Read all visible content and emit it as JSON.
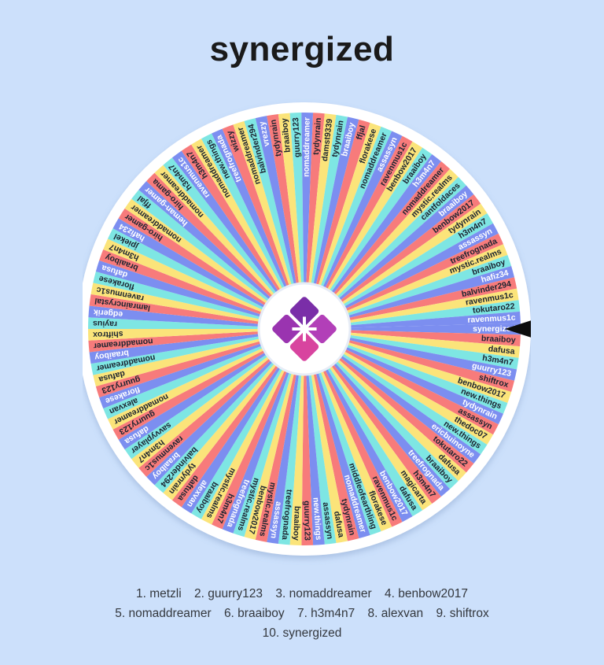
{
  "header": {
    "title": "synergized"
  },
  "wheel": {
    "colors": [
      "#7c8ef0",
      "#f77b7b",
      "#fbe47a",
      "#7ee6e3"
    ],
    "center_icon": "purple-diamond-logo-icon",
    "pointer_color": "#0d0d0d",
    "selected_entry": "synergized",
    "entries": [
      "synergized",
      "braaiboy",
      "dafusa",
      "h3m4n7",
      "guurry123",
      "shiftrox",
      "benbow2017",
      "new.things",
      "tydynrain",
      "assassyn",
      "thedoc07",
      "new.things",
      "ericbuinoyne",
      "tokutaro22",
      "dafusa",
      "braaiboy",
      "treefrognada",
      "h3m4n7",
      "magicarta",
      "dafusa",
      "benbow2017",
      "ravenmus1c",
      "florakese",
      "middleofearthling",
      "nomaddreamer",
      "tydynrain",
      "dafusa",
      "assassyn",
      "new.things",
      "guurry123",
      "braaiboy",
      "treefrognada",
      "assassyn",
      "mystic.realms",
      "benbow2017",
      "mystic.realms",
      "treefrognada",
      "h3m4n7",
      "mystic.realms",
      "braaiboy",
      "alexvan",
      "daftusa",
      "tydynrain",
      "balvinder294",
      "braaiboy",
      "ravenmus1c",
      "h3m4n7",
      "savvyplayer",
      "dafusa",
      "guurry123",
      "nomaddreamer",
      "alexvan",
      "florakese",
      "guurry123",
      "dafusa",
      "nomaddreamer",
      "braaiboy",
      "nomaddreamer",
      "shiftrox",
      "rayius",
      "edgerik",
      "lamraincrystal",
      "ravenmus1c",
      "florakese",
      "dafusa",
      "braaiboy",
      "h3m4n7",
      "jpiekel",
      "hafiz34",
      "hiro-gamer",
      "nomaddreamer",
      "ffjal",
      "heman-gamer",
      "hiro-gama",
      "nomaddreamer",
      "h3m4n7",
      "ravenmus1c",
      "h3m4n7",
      "nomaddreamer",
      "new.things",
      "treefrognada",
      "wizzy",
      "nomaddreamer",
      "balvinder294",
      "vrezzy",
      "tydynrain",
      "braaiboy",
      "guurry123",
      "nomaddreamer",
      "tydynrain",
      "damst9339",
      "tydynrain",
      "braaiboy",
      "ffjal",
      "florakese",
      "nomaddreamer",
      "assassyn",
      "ravenmus1c",
      "benbow2017",
      "braaiboy",
      "h3m4n7",
      "nomaddreamer",
      "mystic.realms",
      "cantfoldaces",
      "braaiboy",
      "benbow2017",
      "tydynrain",
      "h3m4n7",
      "assassyn",
      "treefrognada",
      "mystic.realms",
      "braaiboy",
      "hafiz34",
      "balvinder294",
      "ravenmus1c",
      "tokutaro22",
      "ravenmus1c"
    ]
  },
  "results": [
    "1. metzli",
    "2. guurry123",
    "3. nomaddreamer",
    "4. benbow2017",
    "5. nomaddreamer",
    "6. braaiboy",
    "7. h3m4n7",
    "8. alexvan",
    "9. shiftrox",
    "10. synergized"
  ]
}
